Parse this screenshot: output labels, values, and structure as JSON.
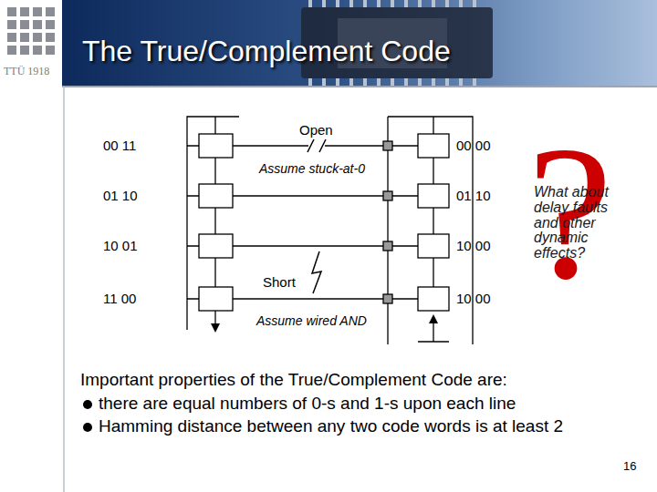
{
  "diagram": {
    "title": "The True/Complement Code",
    "labels": [
      "TTÜ 1918",
      "00 11",
      "01 10",
      "10 01",
      "11 00",
      "Open",
      "Assume stuck-at-0",
      "Short",
      "Assume wired AND",
      "00 00",
      "01 10",
      "10 00",
      "10 00",
      "?",
      "What about delay faults and other dynamic effects?",
      "Important properties of the True/Complement Code are:",
      "there are equal numbers of 0-s and 1-s upon each line",
      "Hamming distance between any two code words is at least 2",
      "16"
    ]
  }
}
